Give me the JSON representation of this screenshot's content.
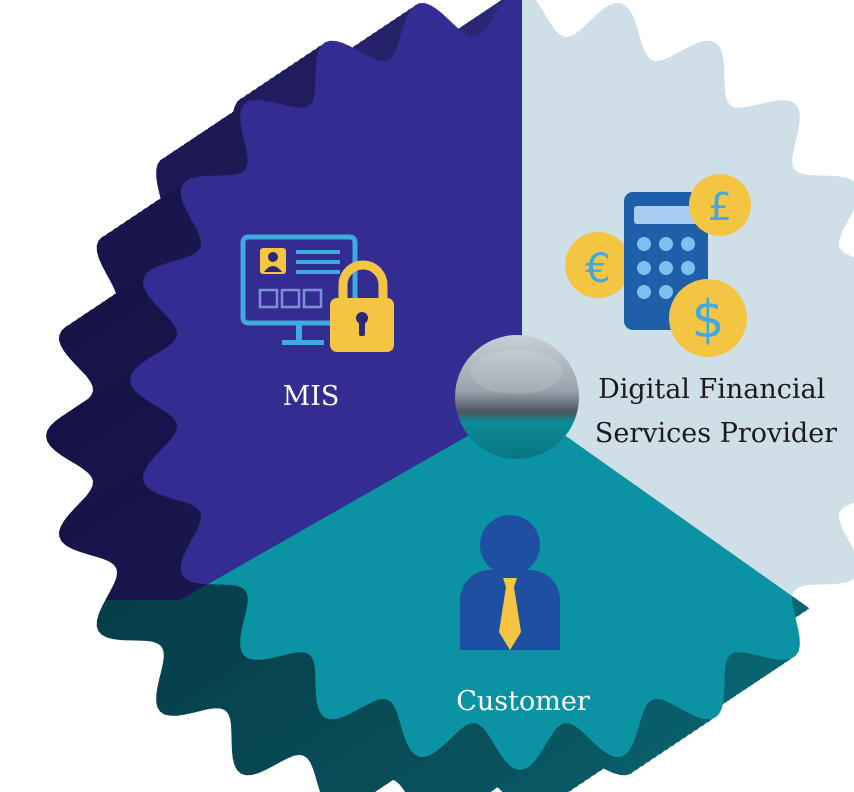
{
  "diagram": {
    "segments": [
      {
        "id": "mis",
        "label": "MIS",
        "icon": "secure-computer-lock-icon",
        "color": "#332c91"
      },
      {
        "id": "dfsp",
        "label_lines": [
          "Digital Financial",
          "Services Provider"
        ],
        "icon": "calculator-currency-icon",
        "color": "#cfdfe8"
      },
      {
        "id": "customer",
        "label": "Customer",
        "icon": "person-tie-icon",
        "color": "#0b93a4"
      }
    ],
    "center_icon": "center-sphere-icon"
  }
}
